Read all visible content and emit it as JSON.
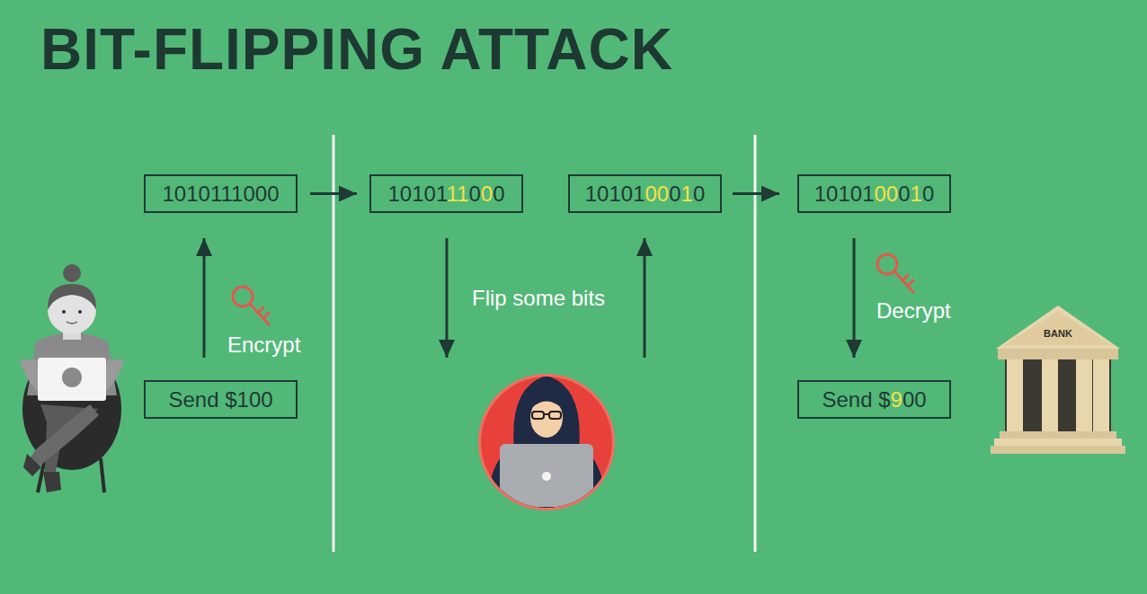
{
  "diagram": {
    "title": "BIT-FLIPPING ATTACK",
    "nodes": [
      {
        "text": [
          "1010111000"
        ]
      },
      {
        "text": [
          "Send $100"
        ]
      },
      {
        "text": [
          "1010111000"
        ]
      },
      {
        "text": [
          "1010100010"
        ]
      },
      {
        "text": [
          "1010100010"
        ]
      },
      {
        "text": [
          "Send $900"
        ]
      }
    ],
    "edges": [
      {
        "from": 1,
        "to": 0,
        "arrow": "to",
        "label": "Encrypt"
      },
      {
        "from": 0,
        "to": 2,
        "arrow": "to"
      },
      {
        "from": 3,
        "to": 4,
        "arrow": "to"
      },
      {
        "from": 4,
        "to": 5,
        "arrow": "to",
        "label": "Decrypt"
      }
    ],
    "labels": [
      "Flip some bits",
      "BANK"
    ]
  }
}
